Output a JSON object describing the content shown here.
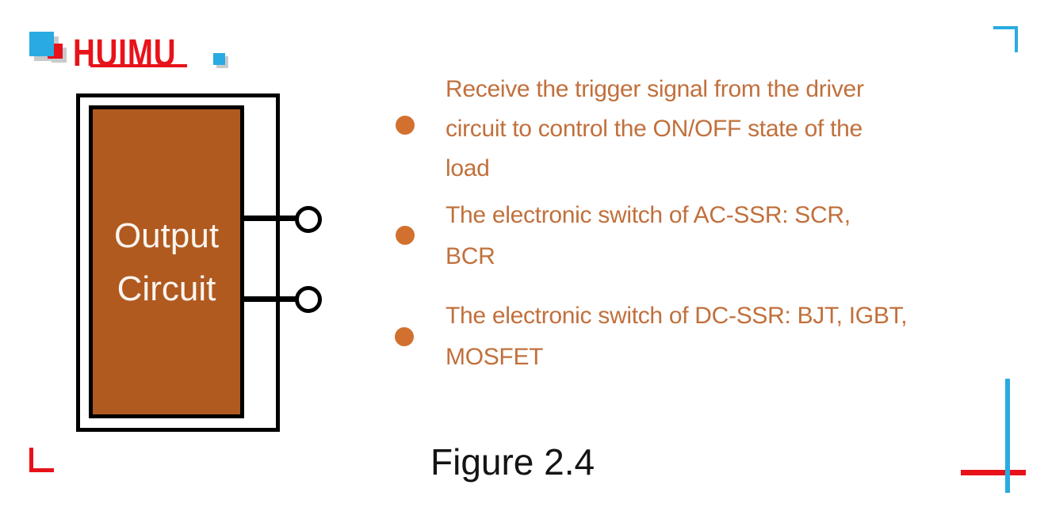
{
  "colors": {
    "brand_red": "#e8121a",
    "brand_blue": "#29abe2",
    "shadow_gray": "#c9cacc",
    "accent_orange": "#c1703c",
    "bullet_orange": "#d2712f",
    "block_brown": "#b05a20",
    "line_black": "#000000"
  },
  "logo": {
    "brand": "HUIMU"
  },
  "diagram": {
    "block_label": [
      "Output",
      "Circuit"
    ]
  },
  "bullets": [
    {
      "lines": [
        "Receive the trigger signal from the driver",
        "circuit to control the ON/OFF state of the",
        "load"
      ]
    },
    {
      "lines": [
        "The electronic switch of AC-SSR: SCR,",
        "BCR"
      ]
    },
    {
      "lines": [
        "The electronic switch of DC-SSR:  BJT, IGBT,",
        "MOSFET"
      ]
    }
  ],
  "caption": "Figure 2.4"
}
